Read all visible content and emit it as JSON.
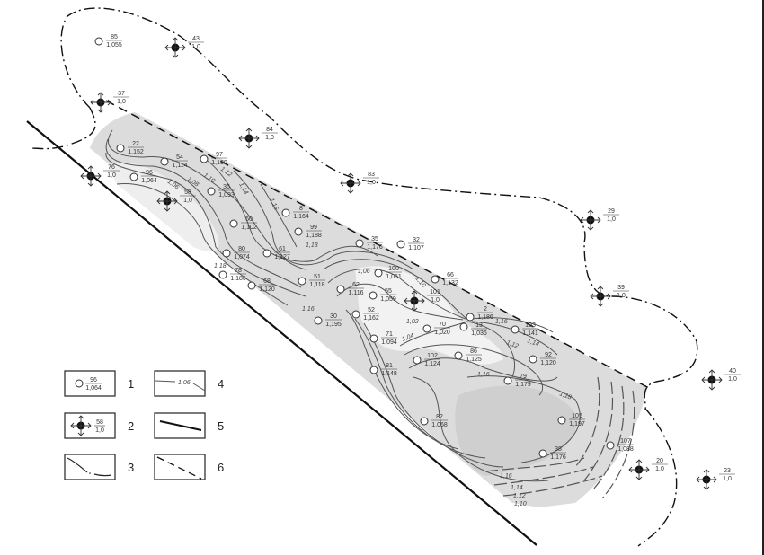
{
  "production_wells": [
    {
      "id": "85",
      "value": "1,055"
    },
    {
      "id": "22",
      "value": "1,152"
    },
    {
      "id": "54",
      "value": "1,114"
    },
    {
      "id": "97",
      "value": "1,130"
    },
    {
      "id": "96",
      "value": "1,064"
    },
    {
      "id": "36",
      "value": "1,093"
    },
    {
      "id": "8",
      "value": "1,164"
    },
    {
      "id": "99",
      "value": "1,188"
    },
    {
      "id": "60",
      "value": "1,102"
    },
    {
      "id": "80",
      "value": "1,074"
    },
    {
      "id": "61",
      "value": "1,127"
    },
    {
      "id": "35",
      "value": "1,176"
    },
    {
      "id": "32",
      "value": "1,107"
    },
    {
      "id": "78",
      "value": "1,186"
    },
    {
      "id": "68",
      "value": "1,120"
    },
    {
      "id": "51",
      "value": "1,118"
    },
    {
      "id": "100",
      "value": "1,061"
    },
    {
      "id": "66",
      "value": "1,132"
    },
    {
      "id": "62",
      "value": "1,116"
    },
    {
      "id": "55",
      "value": "1,059"
    },
    {
      "id": "2",
      "value": "1,186"
    },
    {
      "id": "70",
      "value": "1,020"
    },
    {
      "id": "13",
      "value": "1,036"
    },
    {
      "id": "103",
      "value": "1,141"
    },
    {
      "id": "52",
      "value": "1,162"
    },
    {
      "id": "30",
      "value": "1,195"
    },
    {
      "id": "71",
      "value": "1,094"
    },
    {
      "id": "102",
      "value": "1,124"
    },
    {
      "id": "86",
      "value": "1,125"
    },
    {
      "id": "92",
      "value": "1,120"
    },
    {
      "id": "81",
      "value": "1,148"
    },
    {
      "id": "79",
      "value": "1,179"
    },
    {
      "id": "82",
      "value": "1,068"
    },
    {
      "id": "105",
      "value": "1,197"
    },
    {
      "id": "107",
      "value": "1,088"
    },
    {
      "id": "38",
      "value": "1,176"
    }
  ],
  "injection_wells": [
    {
      "id": "43",
      "value": "1,0"
    },
    {
      "id": "37",
      "value": "1,0"
    },
    {
      "id": "84",
      "value": "1,0"
    },
    {
      "id": "76",
      "value": "1,0"
    },
    {
      "id": "58",
      "value": "1,0"
    },
    {
      "id": "83",
      "value": "1,0"
    },
    {
      "id": "29",
      "value": "1,0"
    },
    {
      "id": "39",
      "value": "1,0"
    },
    {
      "id": "101",
      "value": "1,0"
    },
    {
      "id": "40",
      "value": "1,0"
    },
    {
      "id": "20",
      "value": "1,0"
    },
    {
      "id": "23",
      "value": "1,0"
    }
  ],
  "contour_labels": [
    "1,06",
    "1,08",
    "1,10",
    "1,12",
    "1,14",
    "1,16",
    "1,18",
    "1,16",
    "1,18",
    "1,06",
    "1,02",
    "1,04",
    "1,10",
    "1,16",
    "1,12",
    "1,14",
    "1,16",
    "1,18",
    "1,16",
    "1,14",
    "1,12",
    "1,10"
  ],
  "legend": [
    {
      "number": "1",
      "sample_id": "96",
      "sample_value": "1,064"
    },
    {
      "number": "2",
      "sample_id": "58",
      "sample_value": "1,0"
    },
    {
      "number": "3"
    },
    {
      "number": "4",
      "sample_label": "1,06"
    },
    {
      "number": "5"
    },
    {
      "number": "6"
    }
  ]
}
